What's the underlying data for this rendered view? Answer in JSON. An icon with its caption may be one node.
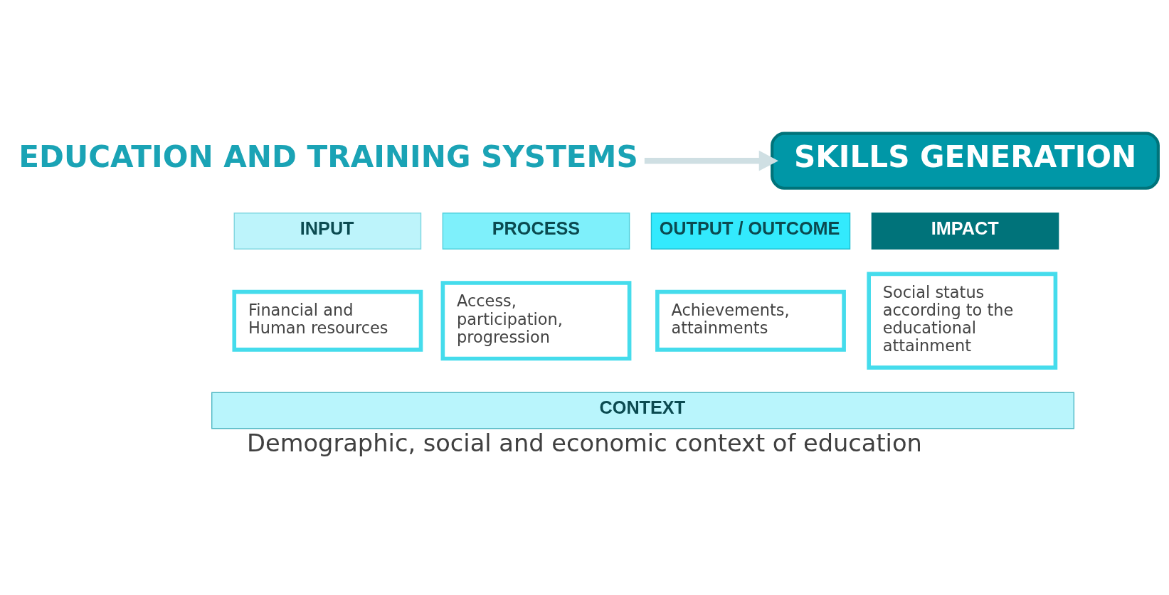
{
  "diagram": {
    "caption": "Demographic, social and economic context of education",
    "nodes": [
      {
        "text": [
          "EDUCATION AND TRAINING SYSTEMS"
        ]
      },
      {
        "text": [
          "SKILLS GENERATION"
        ]
      },
      {
        "text": [
          "INPUT"
        ]
      },
      {
        "text": [
          "Financial and Human resources"
        ]
      },
      {
        "text": [
          "PROCESS"
        ]
      },
      {
        "text": [
          "Access, participation, progression"
        ]
      },
      {
        "text": [
          "OUTPUT / OUTCOME"
        ]
      },
      {
        "text": [
          "Achievements, attainments"
        ]
      },
      {
        "text": [
          "IMPACT"
        ]
      },
      {
        "text": [
          "Social status according to the educational attainment"
        ]
      },
      {
        "text": [
          "CONTEXT"
        ]
      }
    ],
    "edges": [
      {
        "from": 0,
        "to": 1,
        "arrow": "to",
        "color": "#cfdfe3"
      }
    ]
  }
}
